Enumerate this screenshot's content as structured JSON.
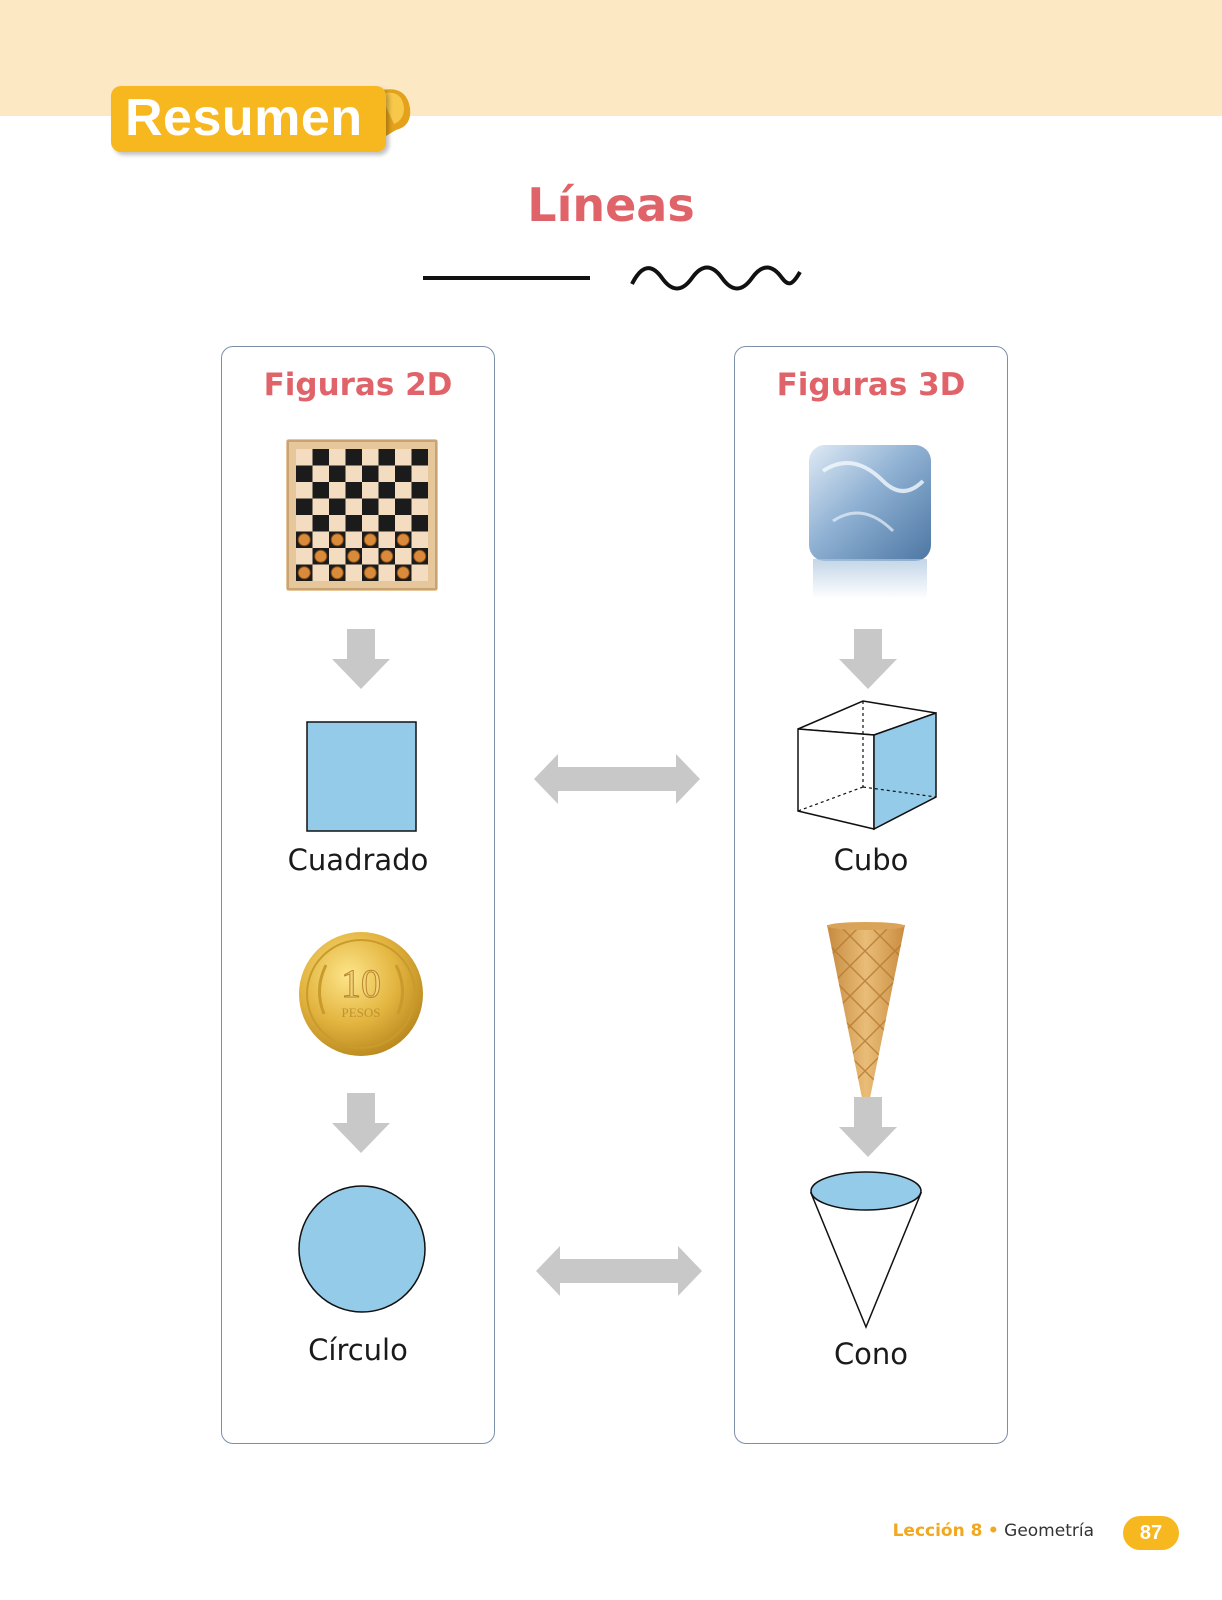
{
  "header": {
    "tab_label": "Resumen",
    "band_color": "#fde8c4",
    "tab_color": "#f6b71f"
  },
  "title": "Líneas",
  "title_color": "#e0636a",
  "line_icons": [
    "straight-line-icon",
    "wavy-line-icon"
  ],
  "panels": {
    "left": {
      "title": "Figuras 2D",
      "items": [
        {
          "photo": "checkerboard-photo",
          "shape": "square-shape",
          "label": "Cuadrado"
        },
        {
          "photo": "coin-photo",
          "shape": "circle-shape",
          "label": "Círculo"
        }
      ]
    },
    "right": {
      "title": "Figuras 3D",
      "items": [
        {
          "photo": "ice-cube-photo",
          "shape": "cube-shape",
          "label": "Cubo"
        },
        {
          "photo": "ice-cream-cone-photo",
          "shape": "cone-shape",
          "label": "Cono"
        }
      ]
    }
  },
  "coin": {
    "number": "10",
    "text": "PESOS"
  },
  "shape_fill_color": "#94cbe9",
  "arrow_color": "#c8c8c8",
  "footer": {
    "lesson": "Lección 8",
    "separator": "•",
    "subject": "Geometría",
    "page_number": "87"
  }
}
